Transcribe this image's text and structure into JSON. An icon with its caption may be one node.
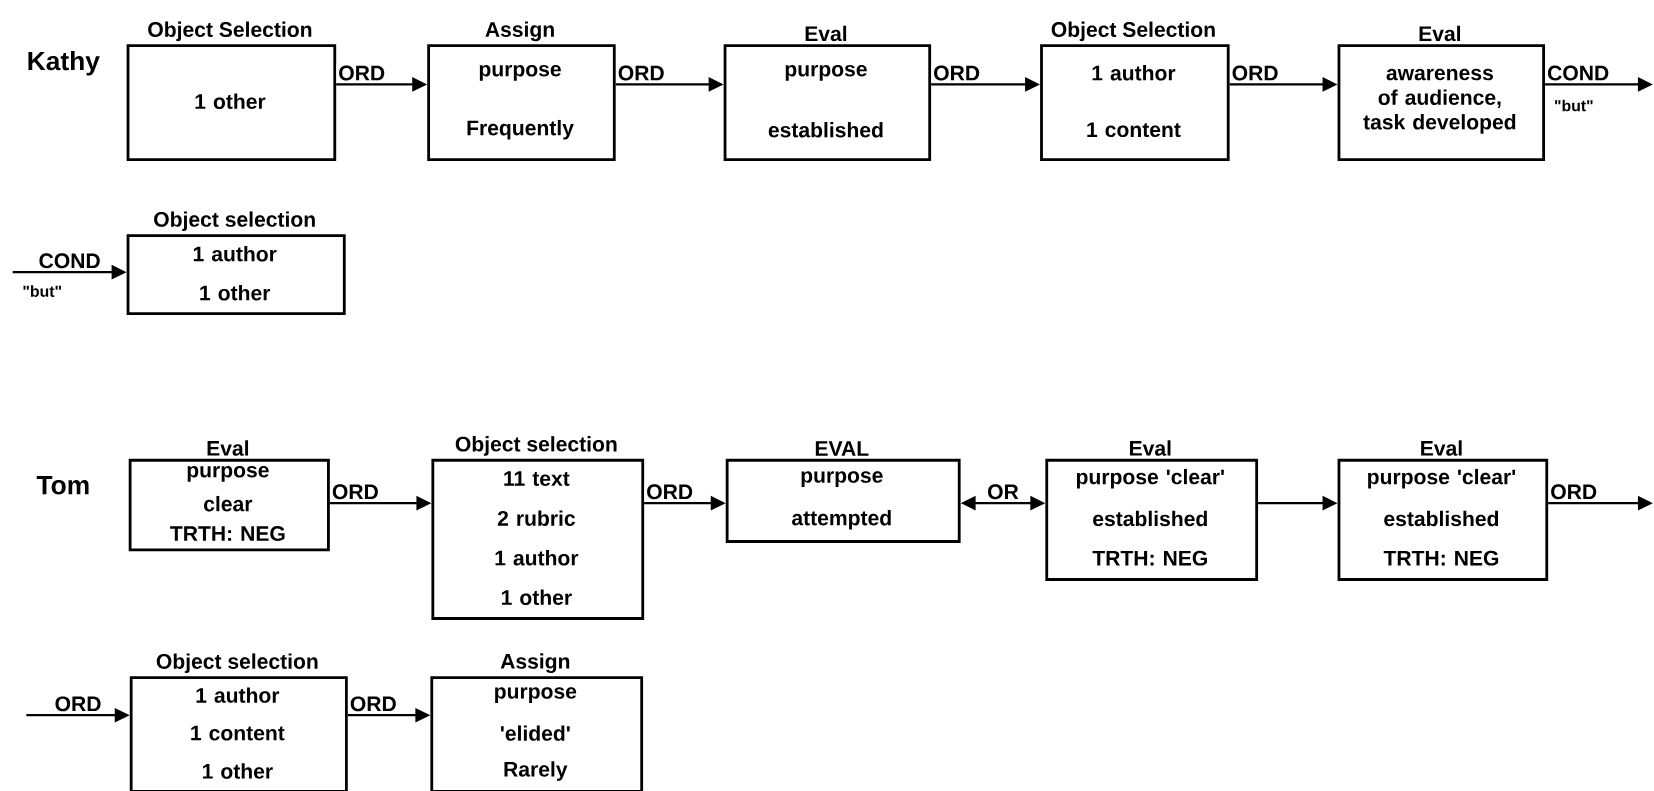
{
  "diagram": {
    "nodes": [
      {
        "text": [
          "Object Selection",
          "1 other"
        ]
      },
      {
        "text": [
          "Assign",
          "purpose",
          "Frequently"
        ]
      },
      {
        "text": [
          "Eval",
          "purpose",
          "established"
        ]
      },
      {
        "text": [
          "Object Selection",
          "1 author",
          "1 content"
        ]
      },
      {
        "text": [
          "Eval",
          "awareness of audience, task developed"
        ]
      },
      {
        "text": [
          "Object selection",
          "1 author",
          "1 other"
        ]
      },
      {
        "text": [
          "Eval",
          "purpose",
          "clear",
          "TRTH: NEG"
        ]
      },
      {
        "text": [
          "Object selection",
          "11 text",
          "2 rubric",
          "1 author",
          "1 other"
        ]
      },
      {
        "text": [
          "EVAL",
          "purpose",
          "attempted"
        ]
      },
      {
        "text": [
          "Eval",
          "purpose 'clear'",
          "established",
          "TRTH: NEG"
        ]
      },
      {
        "text": [
          "Eval",
          "purpose 'clear'",
          "established",
          "TRTH: NEG"
        ]
      },
      {
        "text": [
          "Object selection",
          "1 author",
          "1 content",
          "1 other"
        ]
      },
      {
        "text": [
          "Assign",
          "purpose",
          "'elided'",
          "Rarely"
        ]
      }
    ],
    "edges": [
      {
        "from": 0,
        "to": 1,
        "arrow": "to",
        "label": "ORD"
      },
      {
        "from": 1,
        "to": 2,
        "arrow": "to",
        "label": "ORD"
      },
      {
        "from": 2,
        "to": 3,
        "arrow": "to",
        "label": "ORD"
      },
      {
        "from": 3,
        "to": 4,
        "arrow": "to",
        "label": "ORD"
      },
      {
        "from": 4,
        "to": null,
        "arrow": "to",
        "label": "COND"
      },
      {
        "from": null,
        "to": 5,
        "arrow": "to",
        "label": "COND"
      },
      {
        "from": 6,
        "to": 7,
        "arrow": "to",
        "label": "ORD"
      },
      {
        "from": 7,
        "to": 8,
        "arrow": "to",
        "label": "ORD"
      },
      {
        "from": 8,
        "to": 9,
        "arrow": "both",
        "label": "OR"
      },
      {
        "from": 9,
        "to": 10,
        "arrow": "to"
      },
      {
        "from": 10,
        "to": null,
        "arrow": "to",
        "label": "ORD"
      },
      {
        "from": null,
        "to": 11,
        "arrow": "to",
        "label": "ORD"
      },
      {
        "from": 11,
        "to": 12,
        "arrow": "to",
        "label": "ORD"
      }
    ],
    "labels": [
      "Kathy",
      "\"but\"",
      "\"but\"",
      "Tom"
    ]
  }
}
